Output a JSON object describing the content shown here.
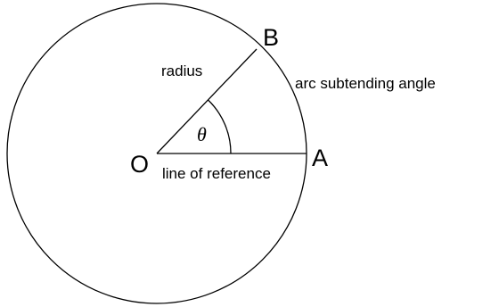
{
  "diagram": {
    "labels": {
      "origin": "O",
      "point_a": "A",
      "point_b": "B",
      "radius": "radius",
      "arc": "arc subtending angle",
      "reference": "line of reference",
      "angle": "θ"
    },
    "colors": {
      "stroke": "#000000",
      "background": "#ffffff"
    }
  }
}
